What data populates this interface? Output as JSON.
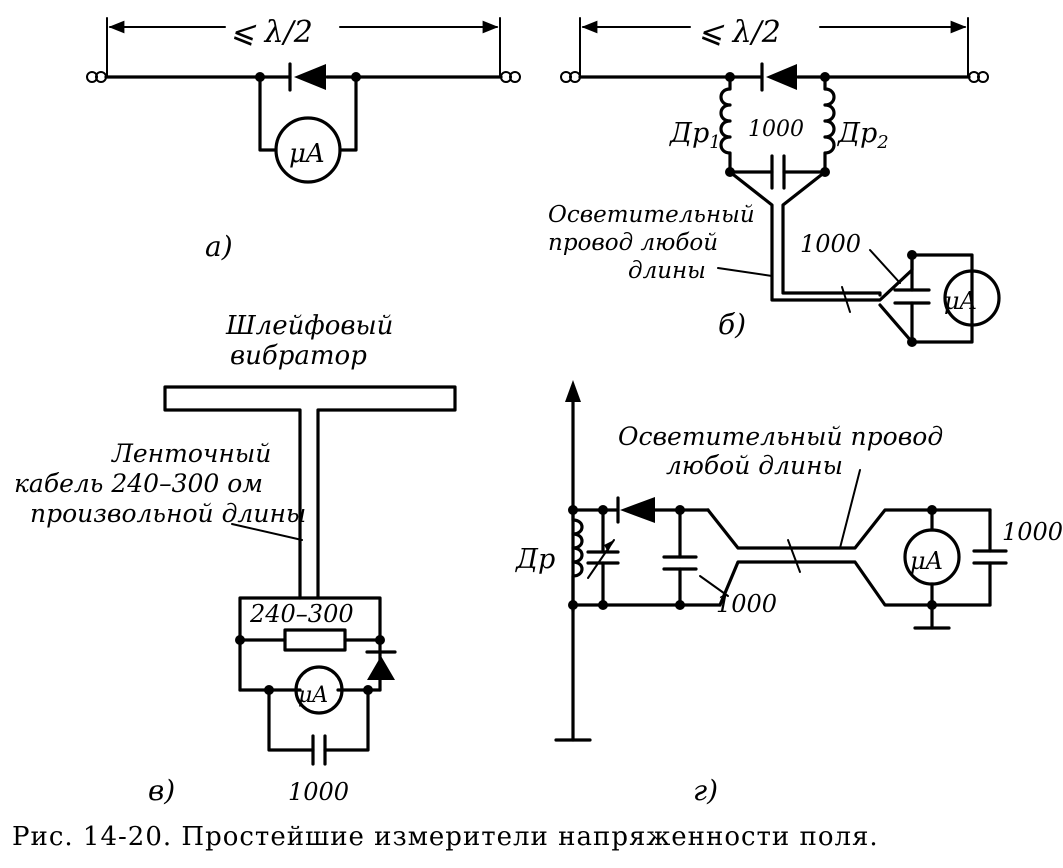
{
  "labels": {
    "span_a": "⩽ λ/2",
    "span_b": "⩽ λ/2",
    "meter": "μA",
    "choke1": "Др",
    "choke1_sub": "1",
    "choke2": "Др",
    "choke2_sub": "2",
    "cap_1000": "1000",
    "lighting_wire_b": [
      "Осветительный",
      "провод любой",
      "длины"
    ],
    "folded_dipole": [
      "Шлейфовый",
      "вибратор"
    ],
    "ribbon_cable": [
      "Ленточный",
      "кабель 240–300 ом",
      "произвольной длины"
    ],
    "resistor": "240–300",
    "choke_g": "Др",
    "lighting_wire_g": [
      "Осветительный провод",
      "любой длины"
    ]
  },
  "panels": {
    "a": "а)",
    "b": "б)",
    "c": "в)",
    "d": "г)"
  },
  "caption": "Рис. 14-20. Простейшие измерители напряженности поля."
}
